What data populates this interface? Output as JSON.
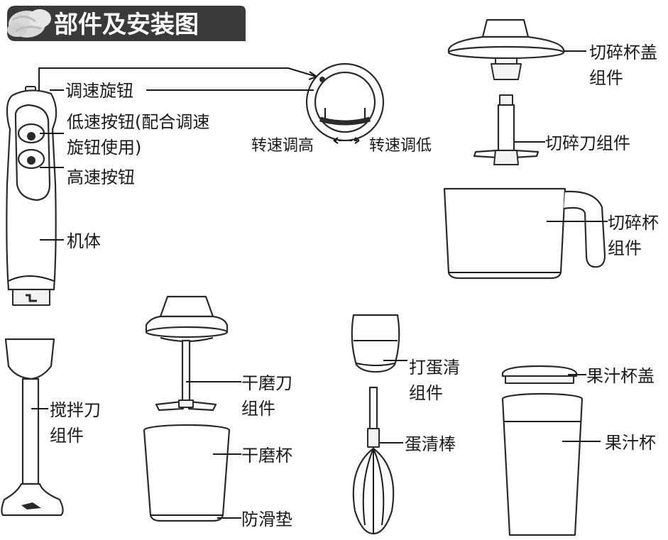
{
  "title": "部件及安装图",
  "labels": {
    "speed_knob": "调速旋钮",
    "low_button_1": "低速按钮(配合调速",
    "low_button_2": "旋钮使用)",
    "high_button": "高速按钮",
    "body": "机体",
    "speed_up": "转速调高",
    "speed_down": "转速调低",
    "chopper_lid_1": "切碎杯盖",
    "chopper_lid_2": "组件",
    "chopper_blade": "切碎刀组件",
    "chopper_cup_1": "切碎杯",
    "chopper_cup_2": "组件",
    "blender_blade_1": "搅拌刀",
    "blender_blade_2": "组件",
    "grinder_blade_1": "干磨刀",
    "grinder_blade_2": "组件",
    "grinder_cup": "干磨杯",
    "antislip_pad": "防滑垫",
    "whisk_head_1": "打蛋清",
    "whisk_head_2": "组件",
    "whisk_rod": "蛋清棒",
    "juice_lid": "果汁杯盖",
    "juice_cup": "果汁杯"
  },
  "colors": {
    "title_bg": "#3a3a3a",
    "line": "#1a1a1a"
  }
}
